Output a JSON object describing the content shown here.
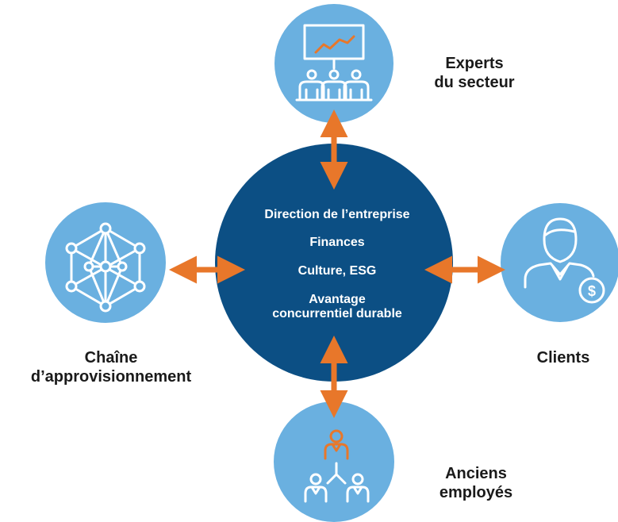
{
  "center": {
    "items": [
      "Direction de l’entreprise",
      "Finances",
      "Culture, ESG",
      "Avantage",
      "concurrentiel durable"
    ]
  },
  "nodes": {
    "top": {
      "label_line1": "Experts",
      "label_line2": "du secteur",
      "icon": "presentation-audience-icon"
    },
    "left": {
      "label_line1": "Chaîne",
      "label_line2": "d’approvisionnement",
      "icon": "network-mesh-icon"
    },
    "right": {
      "label_line1": "Clients",
      "icon": "customer-dollar-icon"
    },
    "bottom": {
      "label_line1": "Anciens",
      "label_line2": "employés",
      "icon": "org-hierarchy-icon"
    }
  },
  "colors": {
    "center_circle": "#0c4f84",
    "node_circle": "#6ab0e0",
    "arrow": "#e8772a",
    "icon_stroke": "#ffffff",
    "icon_accent": "#e8772a"
  }
}
